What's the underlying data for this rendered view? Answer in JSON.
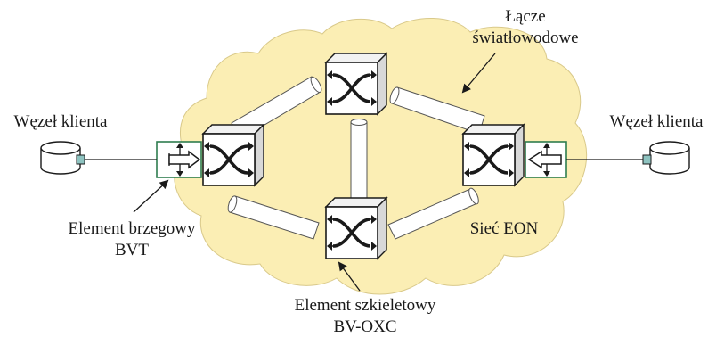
{
  "labels": {
    "client_left": "Węzeł klienta",
    "client_right": "Węzeł klienta",
    "fiber_line1": "Łącze",
    "fiber_line2": "światłowodowe",
    "edge_line1": "Element brzegowy",
    "edge_line2": "BVT",
    "core_line1": "Element szkieletowy",
    "core_line2": "BV-OXC",
    "network": "Sieć EON"
  },
  "colors": {
    "cloud_fill": "#fbeeb4",
    "cloud_stroke": "#d9c98a",
    "bvt_stroke": "#2e7d4f",
    "link_fill": "#ffffff",
    "line": "#1a1a1a",
    "client_port": "#8ec3c0"
  },
  "icons": {
    "switch": "cross-connect-cube-icon",
    "bvt": "transponder-icon",
    "client": "database-cylinder-icon",
    "link": "fiber-tube-icon"
  }
}
